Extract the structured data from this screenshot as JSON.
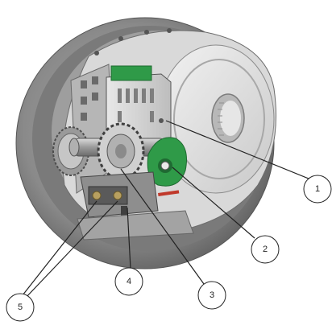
{
  "diagram": {
    "callouts": [
      {
        "id": "c1",
        "label": "1"
      },
      {
        "id": "c2",
        "label": "2"
      },
      {
        "id": "c3",
        "label": "3"
      },
      {
        "id": "c4",
        "label": "4"
      },
      {
        "id": "c5",
        "label": "5"
      }
    ]
  },
  "colors": {
    "housing": "#8c8c8c",
    "housing_dark": "#5e5e5e",
    "housing_light": "#c8c8c8",
    "pcb_green": "#2f9a48",
    "brass": "#b8a060",
    "background": "#ffffff",
    "line": "#222222"
  }
}
